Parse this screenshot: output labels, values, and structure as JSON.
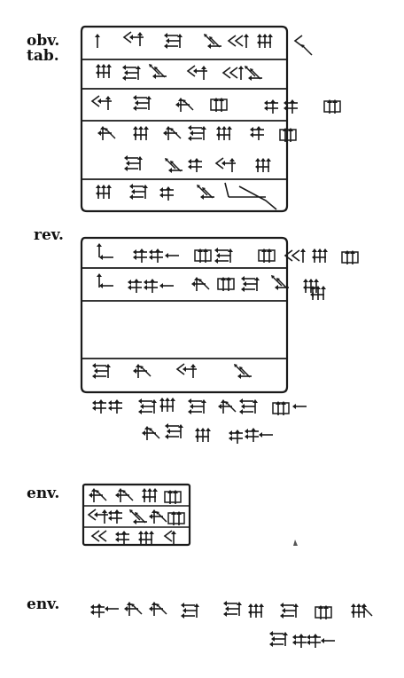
{
  "labels": {
    "obverse": "obv.",
    "tablet": "tab.",
    "reverse": "rev.",
    "envelope_1": "env.",
    "envelope_2": "env."
  },
  "colors": {
    "ink": "#1a1a1a",
    "background": "#ffffff"
  },
  "sections": [
    {
      "name": "obverse-tablet",
      "lines": 6
    },
    {
      "name": "reverse-tablet",
      "lines": 5,
      "has_blank_area": true
    },
    {
      "name": "envelope-seal-box",
      "lines": 3
    },
    {
      "name": "envelope-inscription",
      "lines": 2
    }
  ]
}
